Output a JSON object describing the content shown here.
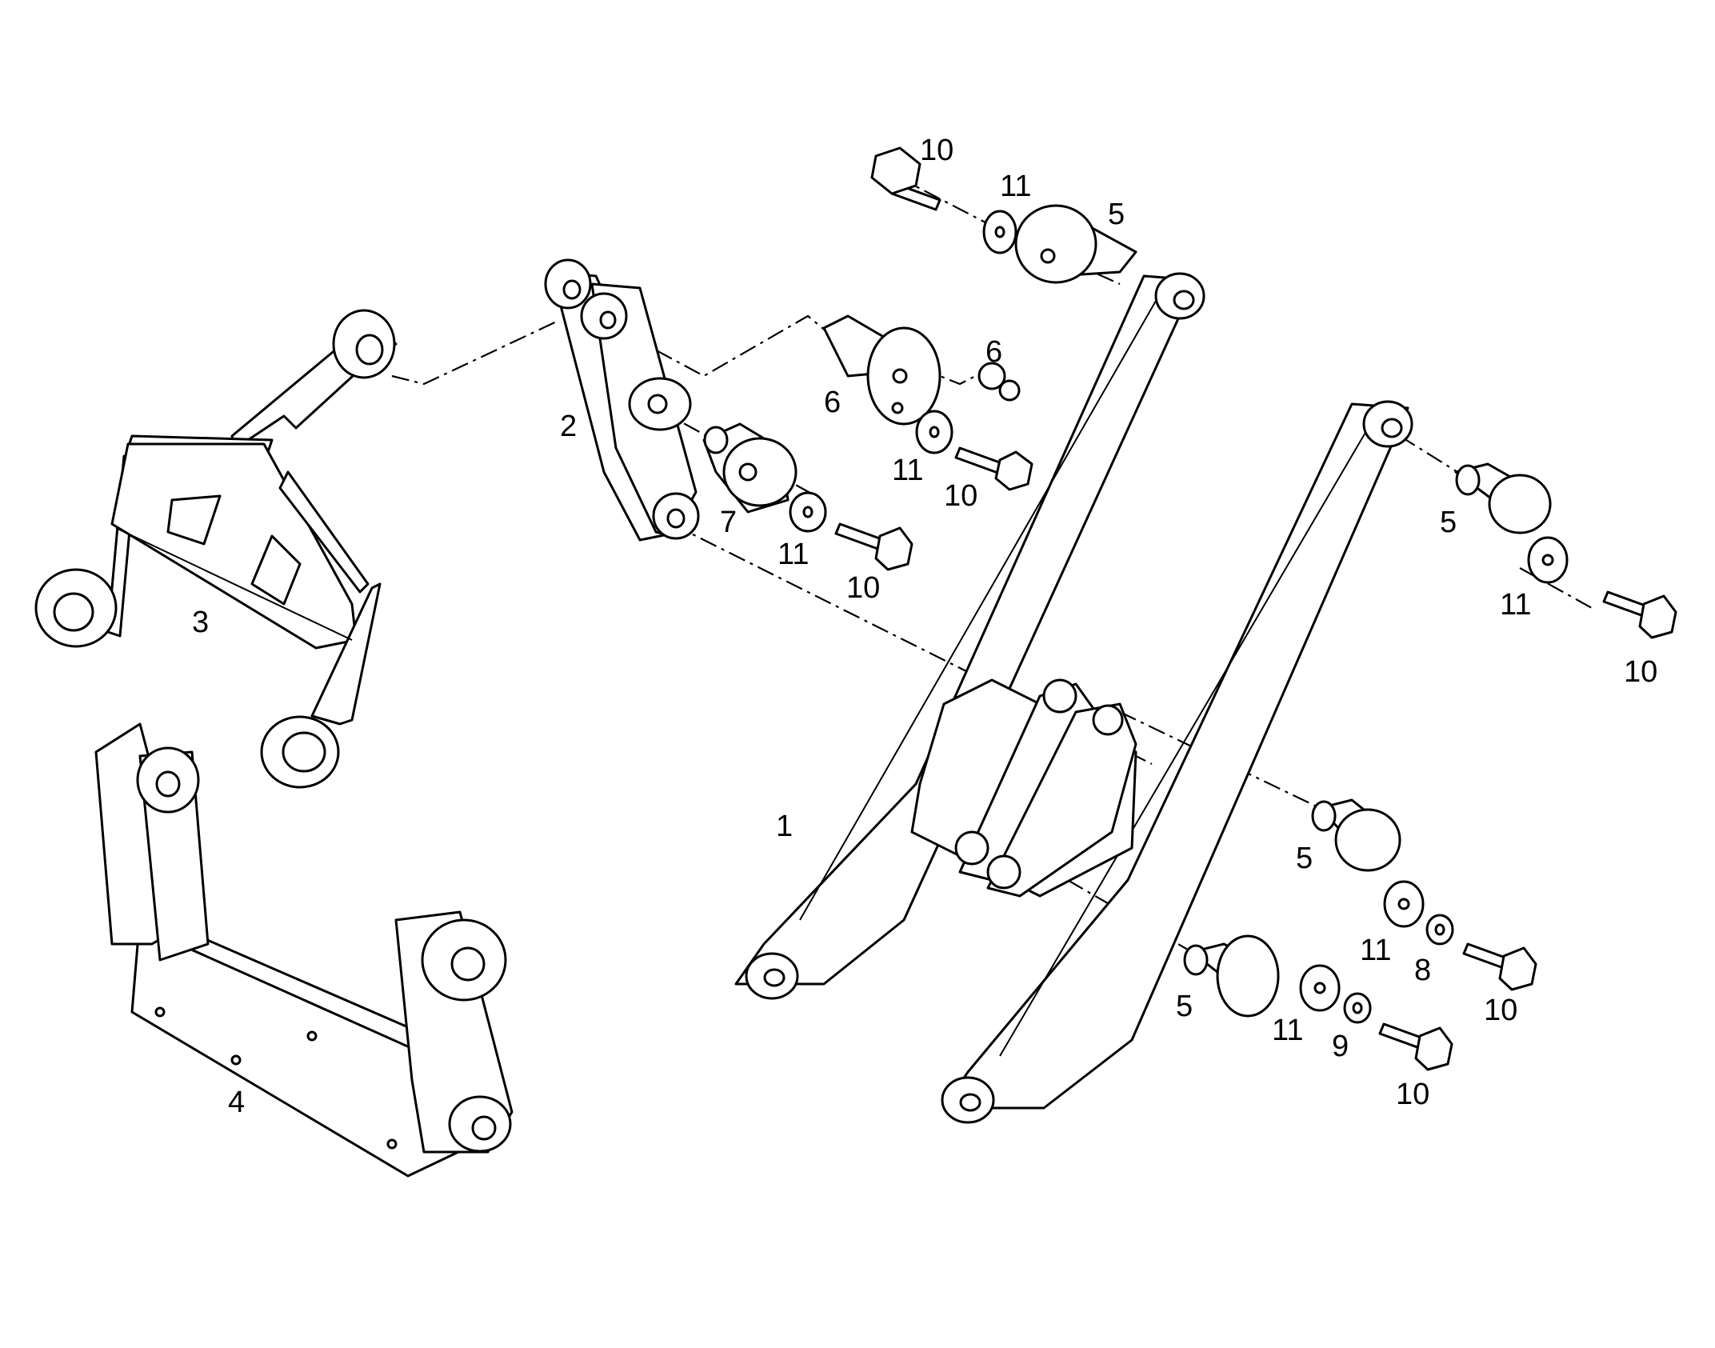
{
  "callouts": [
    {
      "id": "c-1",
      "text": "1"
    },
    {
      "id": "c-2",
      "text": "2"
    },
    {
      "id": "c-3",
      "text": "3"
    },
    {
      "id": "c-4",
      "text": "4"
    },
    {
      "id": "c-5a",
      "text": "5"
    },
    {
      "id": "c-5b",
      "text": "5"
    },
    {
      "id": "c-5c",
      "text": "5"
    },
    {
      "id": "c-5d",
      "text": "5"
    },
    {
      "id": "c-6a",
      "text": "6"
    },
    {
      "id": "c-6b",
      "text": "6"
    },
    {
      "id": "c-7",
      "text": "7"
    },
    {
      "id": "c-8",
      "text": "8"
    },
    {
      "id": "c-9",
      "text": "9"
    },
    {
      "id": "c-10a",
      "text": "10"
    },
    {
      "id": "c-10b",
      "text": "10"
    },
    {
      "id": "c-10c",
      "text": "10"
    },
    {
      "id": "c-10d",
      "text": "10"
    },
    {
      "id": "c-10e",
      "text": "10"
    },
    {
      "id": "c-10f",
      "text": "10"
    },
    {
      "id": "c-11a",
      "text": "11"
    },
    {
      "id": "c-11b",
      "text": "11"
    },
    {
      "id": "c-11c",
      "text": "11"
    },
    {
      "id": "c-11d",
      "text": "11"
    },
    {
      "id": "c-11e",
      "text": "11"
    },
    {
      "id": "c-11f",
      "text": "11"
    }
  ]
}
